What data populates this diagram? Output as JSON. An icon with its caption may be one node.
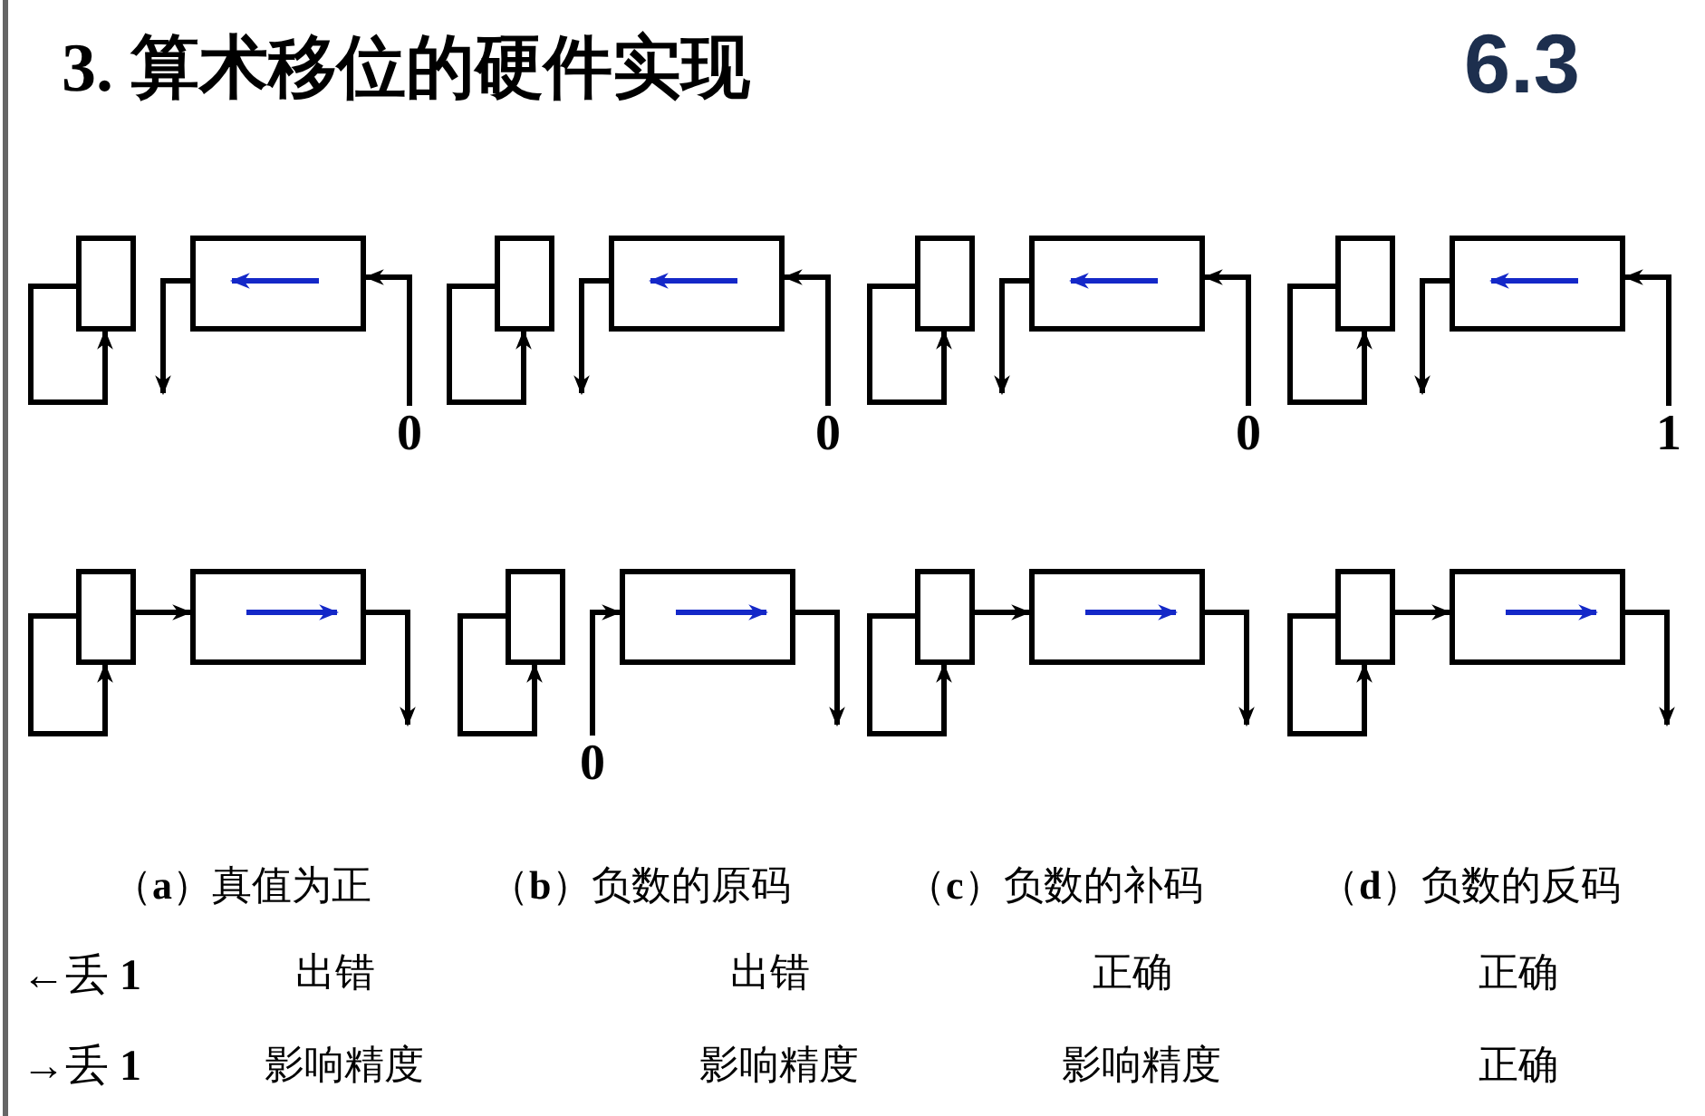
{
  "diagram": {
    "title": "3. 算术移位的硬件实现",
    "nodes": [
      {
        "text": [],
        "shape": "box"
      },
      {
        "text": [],
        "shape": "box"
      },
      {
        "text": [
          "0"
        ]
      },
      {
        "text": [],
        "shape": "box"
      },
      {
        "text": [],
        "shape": "box"
      },
      {
        "text": [
          "0"
        ]
      },
      {
        "text": [],
        "shape": "box"
      },
      {
        "text": [],
        "shape": "box"
      },
      {
        "text": [
          "0"
        ]
      },
      {
        "text": [],
        "shape": "box"
      },
      {
        "text": [],
        "shape": "box"
      },
      {
        "text": [
          "1"
        ]
      },
      {
        "text": [],
        "shape": "box"
      },
      {
        "text": [],
        "shape": "box"
      },
      {
        "text": [],
        "shape": "box"
      },
      {
        "text": [],
        "shape": "box"
      },
      {
        "text": [
          "0"
        ]
      },
      {
        "text": [],
        "shape": "box"
      },
      {
        "text": [],
        "shape": "box"
      },
      {
        "text": [],
        "shape": "box"
      },
      {
        "text": [],
        "shape": "box"
      }
    ],
    "edges": [
      {
        "from": 0,
        "to": 0,
        "arrow": "to"
      },
      {
        "from": 1,
        "to": null,
        "arrow": "to"
      },
      {
        "from": 2,
        "to": 1,
        "arrow": "to"
      },
      {
        "from": 3,
        "to": 3,
        "arrow": "to"
      },
      {
        "from": 4,
        "to": null,
        "arrow": "to"
      },
      {
        "from": 5,
        "to": 4,
        "arrow": "to"
      },
      {
        "from": 6,
        "to": 6,
        "arrow": "to"
      },
      {
        "from": 7,
        "to": null,
        "arrow": "to"
      },
      {
        "from": 8,
        "to": 7,
        "arrow": "to"
      },
      {
        "from": 9,
        "to": 9,
        "arrow": "to"
      },
      {
        "from": 10,
        "to": null,
        "arrow": "to"
      },
      {
        "from": 11,
        "to": 10,
        "arrow": "to"
      },
      {
        "from": 12,
        "to": 12,
        "arrow": "to"
      },
      {
        "from": 12,
        "to": 13,
        "arrow": "to"
      },
      {
        "from": 13,
        "to": null,
        "arrow": "to"
      },
      {
        "from": 14,
        "to": 14,
        "arrow": "to"
      },
      {
        "from": 16,
        "to": 15,
        "arrow": "to"
      },
      {
        "from": 15,
        "to": null,
        "arrow": "to"
      },
      {
        "from": 17,
        "to": 17,
        "arrow": "to"
      },
      {
        "from": 17,
        "to": 18,
        "arrow": "to"
      },
      {
        "from": 18,
        "to": null,
        "arrow": "to"
      },
      {
        "from": 19,
        "to": 19,
        "arrow": "to"
      },
      {
        "from": 19,
        "to": 20,
        "arrow": "to"
      },
      {
        "from": 20,
        "to": null,
        "arrow": "to"
      }
    ],
    "labels": [
      "6.3",
      "（**a**）真值为正",
      "（**b**）负数的原码",
      "（**c**）负数的补码",
      "（**d**）负数的反码",
      "←丢 **1**",
      "出错",
      "出错",
      "正确",
      "正确",
      "→丢 **1**",
      "影响精度",
      "影响精度",
      "影响精度",
      "正确"
    ]
  }
}
